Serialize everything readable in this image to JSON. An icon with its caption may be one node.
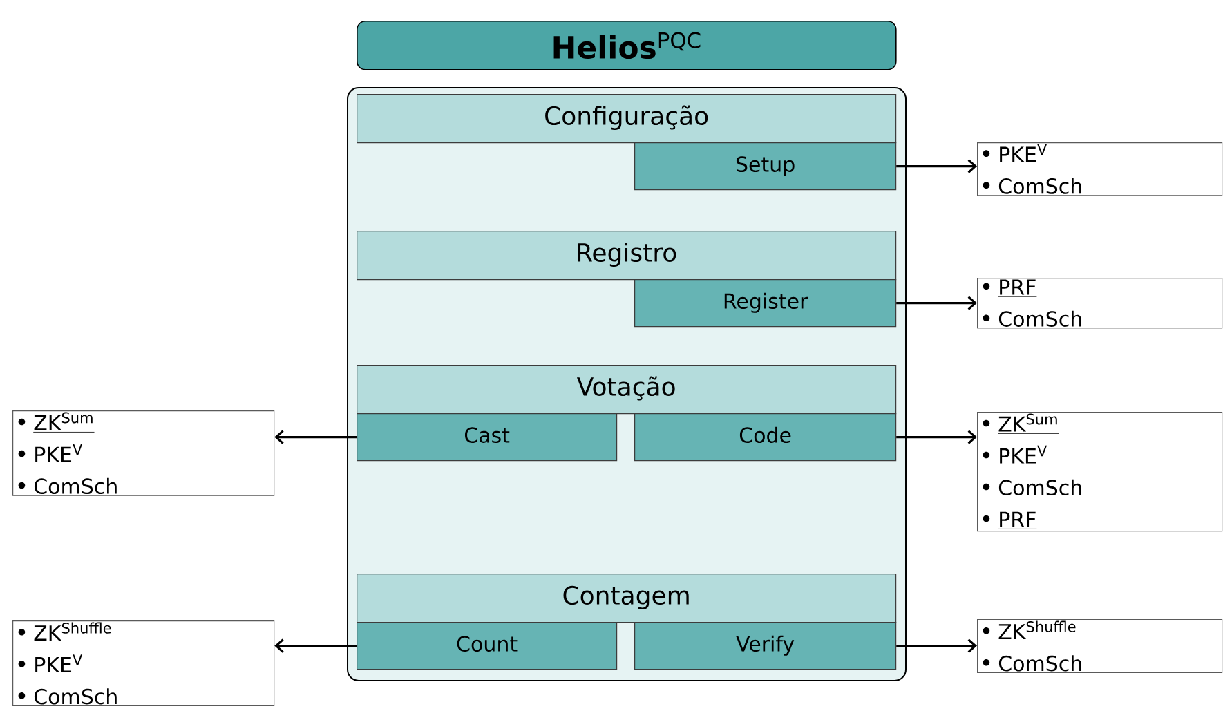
{
  "diagram": {
    "nodes": [
      {
        "text": [
          "**Helios**$^{PQC}$"
        ]
      },
      {
        "text": [],
        "shape": "box"
      },
      {
        "text": [
          "Configuração"
        ],
        "in": 1
      },
      {
        "text": [
          "Setup"
        ],
        "in": 1
      },
      {
        "text": [
          "Registro"
        ],
        "in": 1
      },
      {
        "text": [
          "Register"
        ],
        "in": 1
      },
      {
        "text": [
          "Votação"
        ],
        "in": 1
      },
      {
        "text": [
          "Cast"
        ],
        "in": 1
      },
      {
        "text": [
          "Code"
        ],
        "in": 1
      },
      {
        "text": [
          "Contagem"
        ],
        "in": 1
      },
      {
        "text": [
          "Count"
        ],
        "in": 1
      },
      {
        "text": [
          "Verify"
        ],
        "in": 1
      },
      {
        "text": [
          "PKE$^{V}$",
          "ComSch"
        ]
      },
      {
        "text": [
          "PRF",
          "ComSch"
        ]
      },
      {
        "text": [
          "ZK$^{Sum}$",
          "PKE$^{V}$",
          "ComSch"
        ]
      },
      {
        "text": [
          "ZK$^{Sum}$",
          "PKE$^{V}$",
          "ComSch",
          "PRF"
        ]
      },
      {
        "text": [
          "ZK$^{Shuffle}$",
          "PKE$^{V}$",
          "ComSch"
        ]
      },
      {
        "text": [
          "ZK$^{Shuffle}$",
          "ComSch"
        ]
      }
    ],
    "edges": [
      {
        "from": 3,
        "to": 12,
        "arrow": "to"
      },
      {
        "from": 5,
        "to": 13,
        "arrow": "to"
      },
      {
        "from": 7,
        "to": 14,
        "arrow": "to"
      },
      {
        "from": 8,
        "to": 15,
        "arrow": "to"
      },
      {
        "from": 10,
        "to": 16,
        "arrow": "to"
      },
      {
        "from": 11,
        "to": 17,
        "arrow": "to"
      }
    ]
  }
}
